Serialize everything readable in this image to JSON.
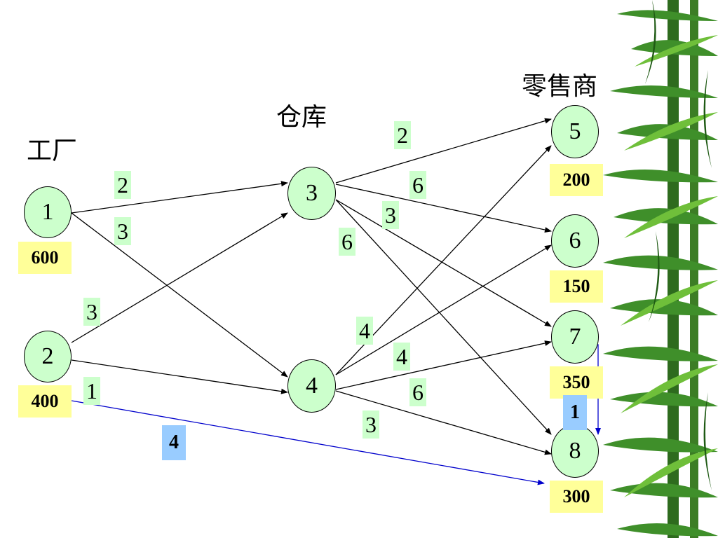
{
  "labels": {
    "factory": "工厂",
    "warehouse": "仓库",
    "retailer": "零售商"
  },
  "nodes": {
    "n1": "1",
    "n2": "2",
    "n3": "3",
    "n4": "4",
    "n5": "5",
    "n6": "6",
    "n7": "7",
    "n8": "8"
  },
  "amounts": {
    "n1": "600",
    "n2": "400",
    "n5": "200",
    "n6": "150",
    "n7": "350",
    "n8": "300"
  },
  "costs": {
    "e1_3": "2",
    "e1_4": "3",
    "e2_3": "3",
    "e2_4": "1",
    "e3_5": "2",
    "e3_6": "6",
    "e3_7": "3",
    "e3_8": "6",
    "e4_5": "4",
    "e4_6": "4",
    "e4_7": "6",
    "e4_8": "3",
    "e2_8": "4",
    "e7_8": "1"
  },
  "colors": {
    "node_fill": "#ccffcc",
    "amount_fill": "#ffff99",
    "special_cost_fill": "#99ccff",
    "special_edge": "#0000cc",
    "edge": "#000000"
  }
}
